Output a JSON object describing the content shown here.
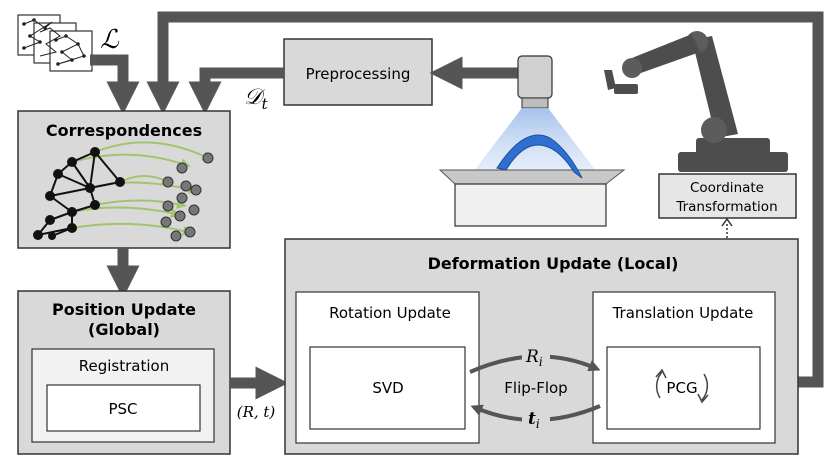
{
  "math": {
    "L": "ℒ",
    "D": "𝒟",
    "D_sub": "t",
    "R_i": "R",
    "R_i_sub": "i",
    "t_i": "t",
    "t_i_sub": "i",
    "Rt": "(R, t)"
  },
  "blocks": {
    "correspondences": "Correspondences",
    "position_line1": "Position Update",
    "position_line2": "(Global)",
    "registration": "Registration",
    "psc": "PSC",
    "preprocessing": "Preprocessing",
    "deformation": "Deformation Update (Local)",
    "rotation": "Rotation Update",
    "svd": "SVD",
    "translation": "Translation Update",
    "pcg": "PCG",
    "flipflop": "Flip-Flop",
    "coord_line1": "Coordinate",
    "coord_line2": "Transformation"
  },
  "colors": {
    "arrow": "#555555",
    "block_fill": "#d9d9d9",
    "green_arrow": "#a3c46e",
    "blue_shape": "#2e6fcf",
    "robot": "#4d4d4d"
  }
}
